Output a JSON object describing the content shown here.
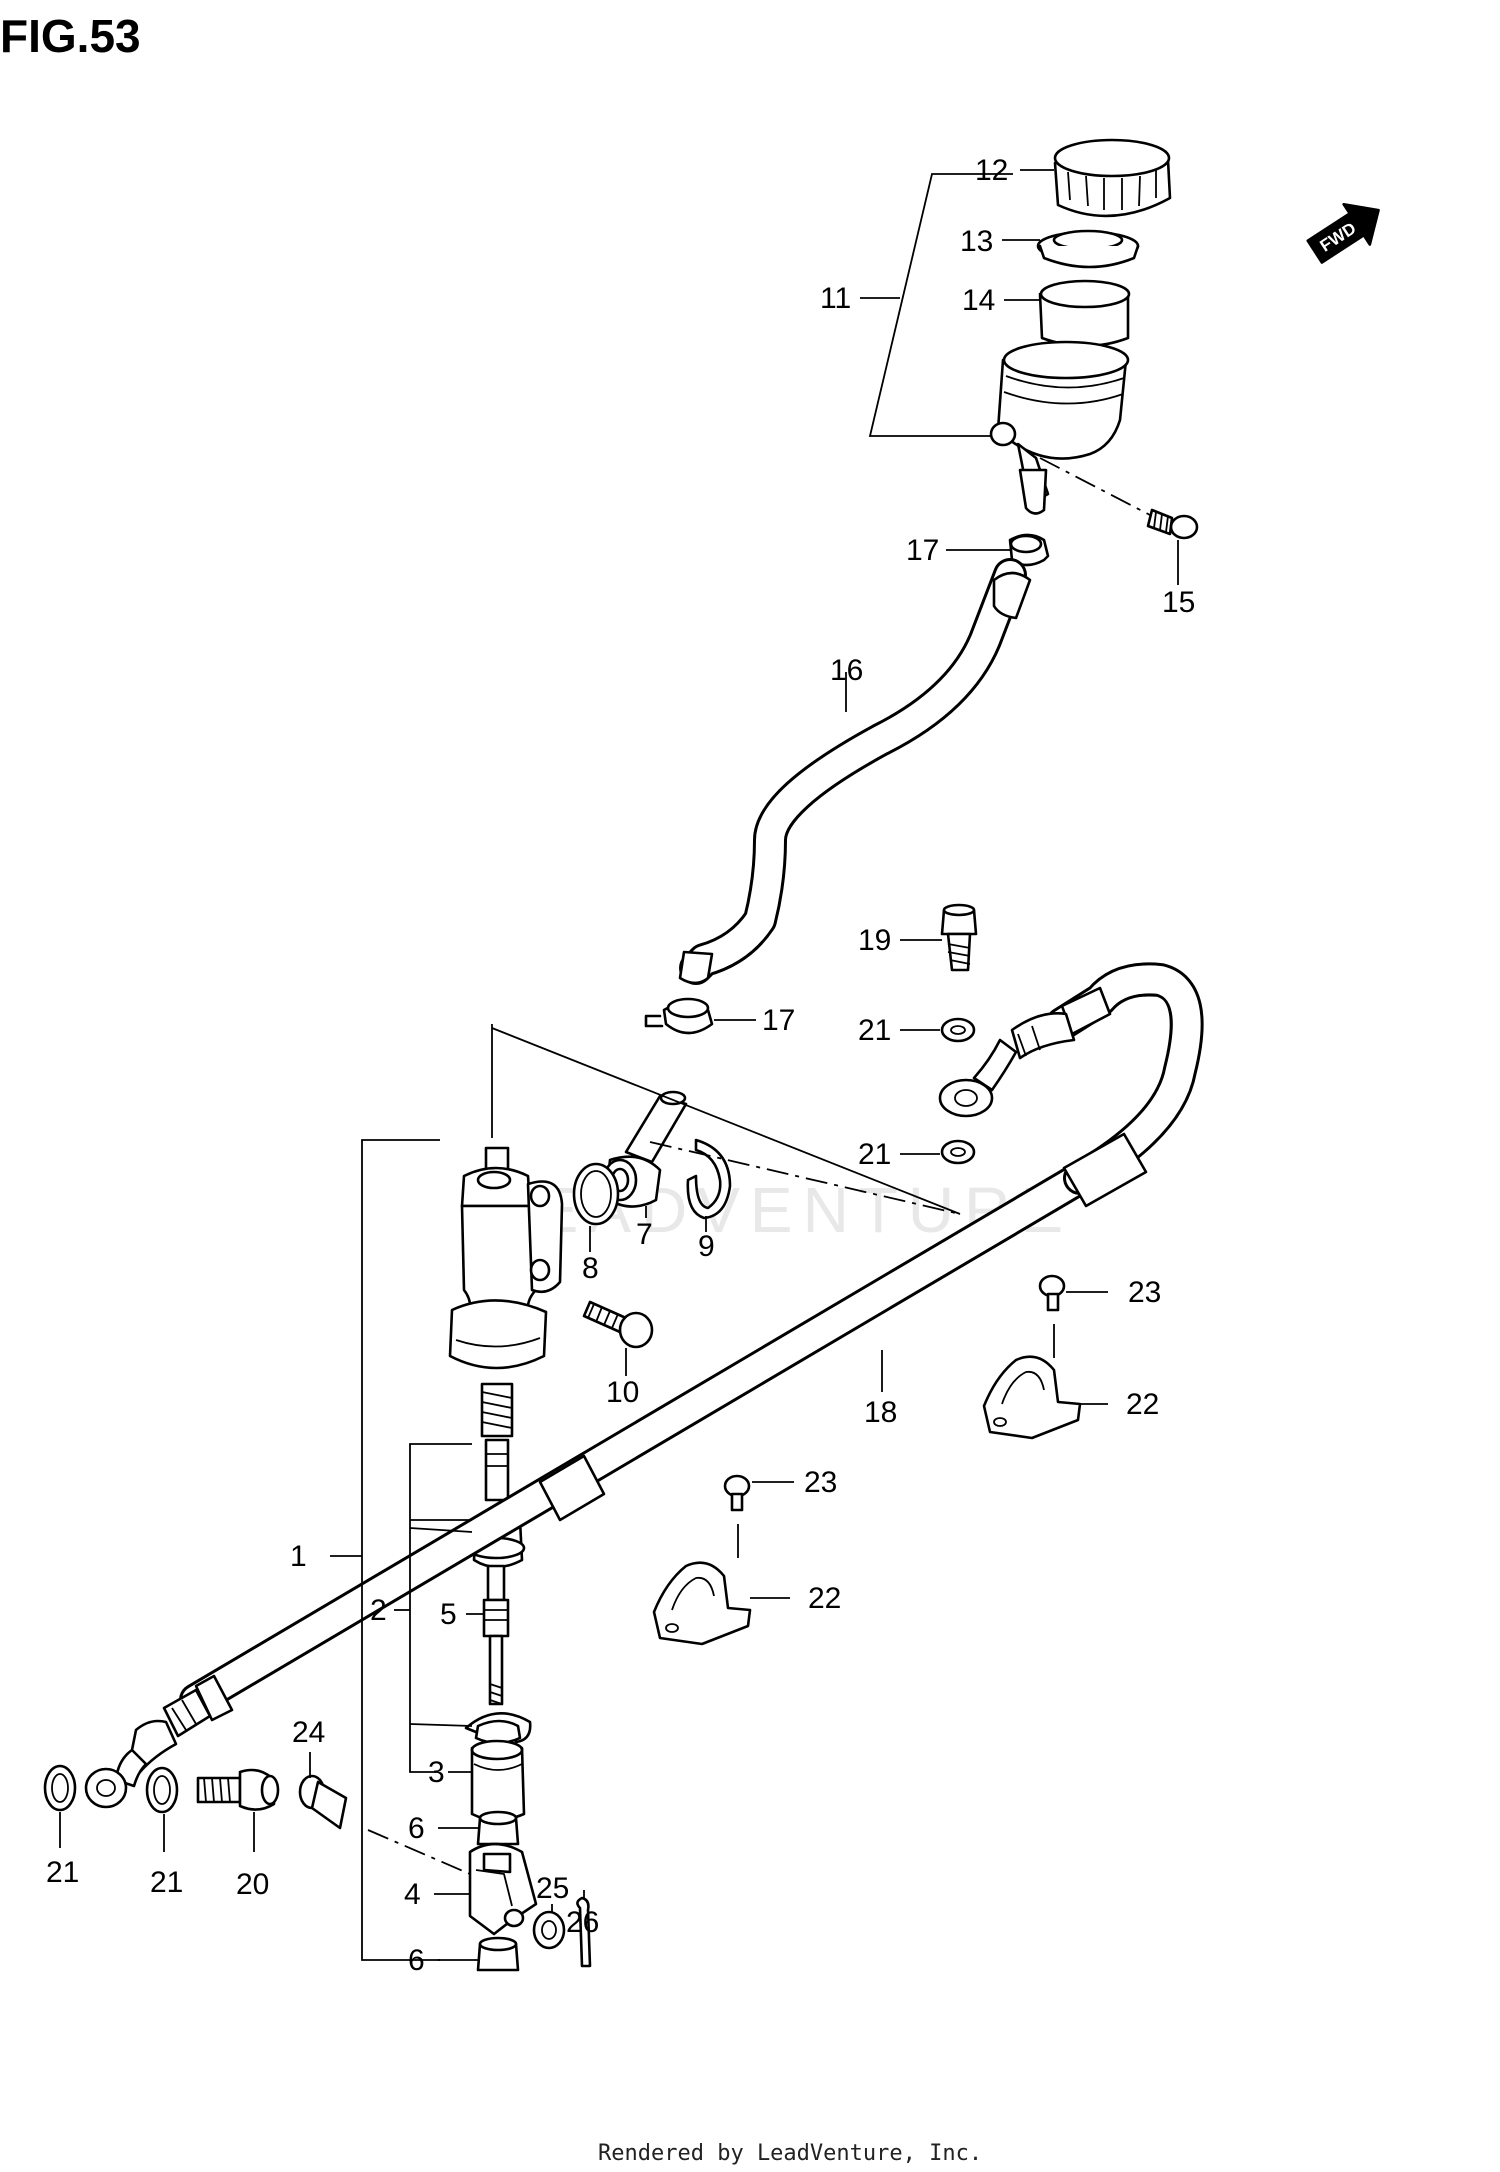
{
  "figure": {
    "title": "FIG.53",
    "footer": "Rendered by LeadVenture, Inc.",
    "direction_label": "FWD",
    "watermark_text": "LEADVENTURE"
  },
  "colors": {
    "line": "#000000",
    "background": "#ffffff",
    "watermark": "#e8e8e8"
  },
  "callouts": {
    "c1": "1",
    "c2": "2",
    "c3": "3",
    "c4": "4",
    "c5": "5",
    "c6a": "6",
    "c6b": "6",
    "c7": "7",
    "c8": "8",
    "c9": "9",
    "c10": "10",
    "c11": "11",
    "c12": "12",
    "c13": "13",
    "c14": "14",
    "c15": "15",
    "c16": "16",
    "c17a": "17",
    "c17b": "17",
    "c18": "18",
    "c19": "19",
    "c20": "20",
    "c21a": "21",
    "c21b": "21",
    "c21c": "21",
    "c21d": "21",
    "c22a": "22",
    "c22b": "22",
    "c23a": "23",
    "c23b": "23",
    "c24": "24",
    "c25": "25",
    "c26": "26"
  }
}
